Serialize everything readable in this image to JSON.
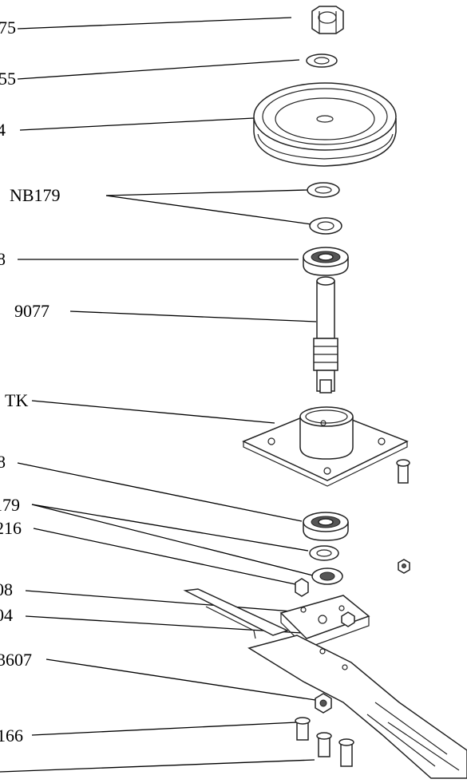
{
  "diagram": {
    "labels": [
      {
        "id": "lbl-75",
        "text": "75"
      },
      {
        "id": "lbl-55",
        "text": "55"
      },
      {
        "id": "lbl-4",
        "text": "4"
      },
      {
        "id": "lbl-nb179-top",
        "text": "NB179"
      },
      {
        "id": "lbl-8-top",
        "text": "8"
      },
      {
        "id": "lbl-9077",
        "text": "9077"
      },
      {
        "id": "lbl-tk",
        "text": "TK"
      },
      {
        "id": "lbl-8-mid",
        "text": "8"
      },
      {
        "id": "lbl-179",
        "text": "179"
      },
      {
        "id": "lbl-216",
        "text": "216"
      },
      {
        "id": "lbl-08",
        "text": "08"
      },
      {
        "id": "lbl-04",
        "text": "04"
      },
      {
        "id": "lbl-3607",
        "text": "3607"
      },
      {
        "id": "lbl-166",
        "text": "166"
      }
    ]
  }
}
